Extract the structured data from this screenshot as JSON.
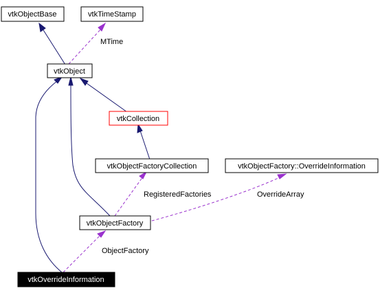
{
  "nodes": {
    "object_base": "vtkObjectBase",
    "time_stamp": "vtkTimeStamp",
    "object": "vtkObject",
    "collection": "vtkCollection",
    "factory_collection": "vtkObjectFactoryCollection",
    "override_info_nested": "vtkObjectFactory::OverrideInformation",
    "object_factory": "vtkObjectFactory",
    "override_information": "vtkOverrideInformation"
  },
  "edge_labels": {
    "mtime": "MTime",
    "registered_factories": "RegisteredFactories",
    "override_array": "OverrideArray",
    "object_factory": "ObjectFactory"
  },
  "colors": {
    "inheritance_edge": "#191970",
    "member_edge": "#9a32cd",
    "highlight_border": "#ff0000",
    "current_node_fill": "#000000"
  }
}
